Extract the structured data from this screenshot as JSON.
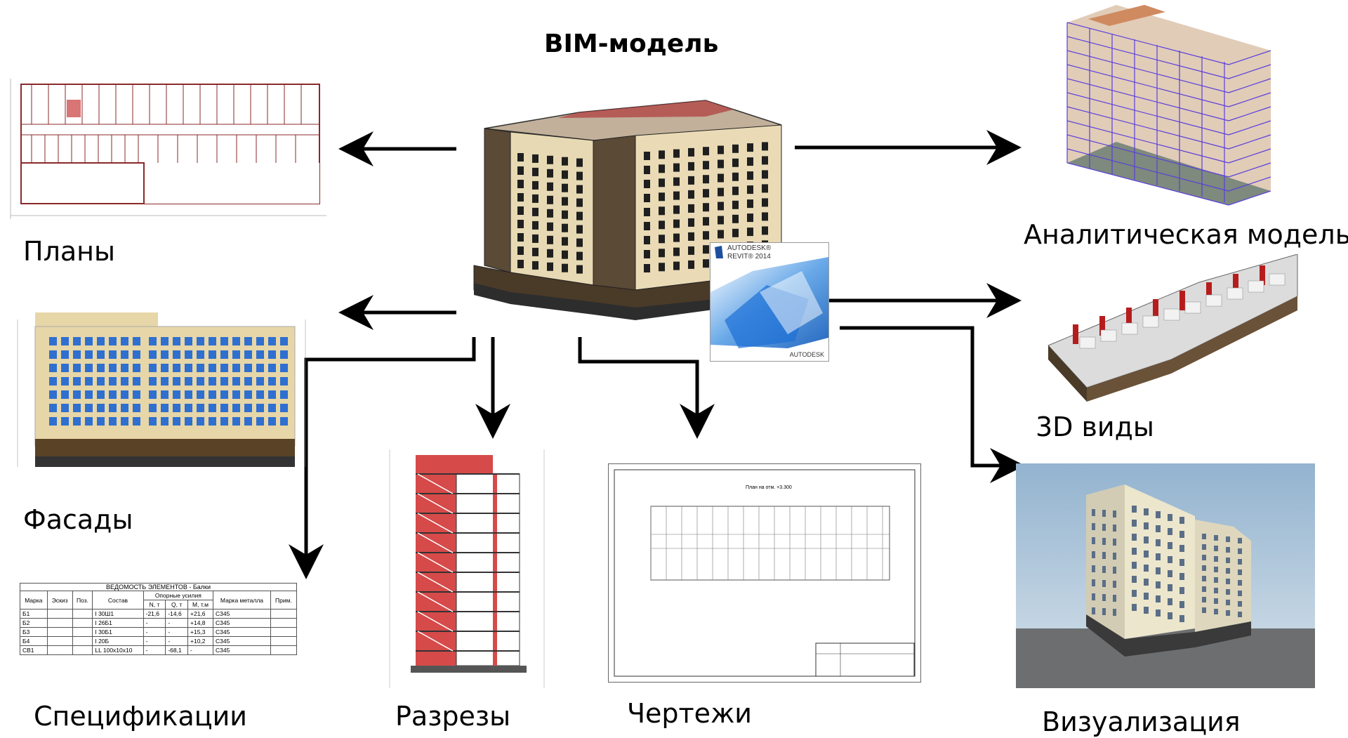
{
  "title": "BIM-модель",
  "labels": {
    "plans": "Планы",
    "facades": "Фасады",
    "specs": "Спецификации",
    "sections": "Разрезы",
    "drawings": "Чертежи",
    "analytical": "Аналитическая модель",
    "views3d": "3D виды",
    "visualization": "Визуализация"
  },
  "revit": {
    "brand": "AUTODESK®",
    "product": "REVIT® 2014",
    "footer": "AUTODESK"
  },
  "spec_table": {
    "title": "ВЕДОМОСТЬ ЭЛЕМЕНТОВ - Балки",
    "support_header": "Опорные усилия",
    "columns": [
      "Марка",
      "Эскиз",
      "Поз.",
      "Состав",
      "N, т",
      "Q, т",
      "M, т.м",
      "Марка металла",
      "Прим."
    ],
    "rows": [
      [
        "Б1",
        "",
        "",
        "I 30Ш1",
        "-21,6",
        "-14,6",
        "+21,6",
        "С345",
        ""
      ],
      [
        "Б2",
        "",
        "",
        "I 26Б1",
        "-",
        "-",
        "+14,8",
        "С345",
        ""
      ],
      [
        "Б3",
        "",
        "",
        "I 30Б1",
        "-",
        "-",
        "+15,3",
        "С345",
        ""
      ],
      [
        "Б4",
        "",
        "",
        "I 20Б",
        "-",
        "-",
        "+10,2",
        "С345",
        ""
      ],
      [
        "СВ1",
        "",
        "",
        "LL 100x10x10",
        "-",
        "-68,1",
        "-",
        "С345",
        ""
      ]
    ]
  },
  "drawing_sheet": {
    "heading": "План на отм. +3.300"
  }
}
